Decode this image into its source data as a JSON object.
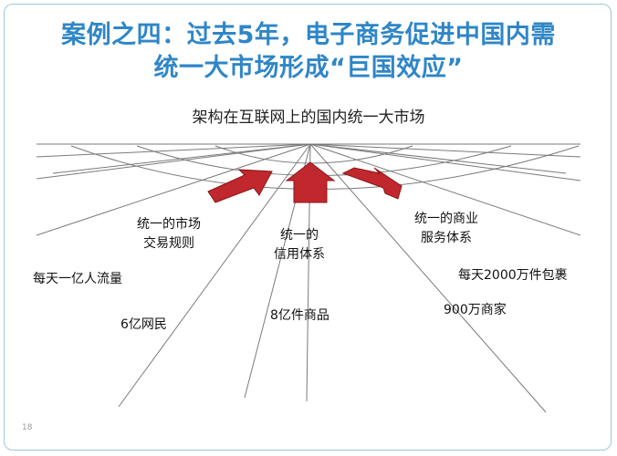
{
  "slide": {
    "title_line1": "案例之四：过去5年，电子商务促进中国内需",
    "title_line2": "统一大市场形成“巨国效应”",
    "diagram_title": "架构在互联网上的国内统一大市场",
    "pillars": [
      {
        "line1": "统一的市场",
        "line2": "交易规则"
      },
      {
        "line1": "统一的",
        "line2": "信用体系"
      },
      {
        "line1": "统一的商业",
        "line2": "服务体系"
      }
    ],
    "stats": {
      "daily_traffic": "每天一亿人流量",
      "users": "6亿网民",
      "products": "8亿件商品",
      "merchants": "900万商家",
      "daily_packages": "每天2000万件包裹"
    },
    "page_number": "18",
    "colors": {
      "title": "#2f86c7",
      "arrow": "#c0282d",
      "line": "#7a7a7a"
    }
  }
}
